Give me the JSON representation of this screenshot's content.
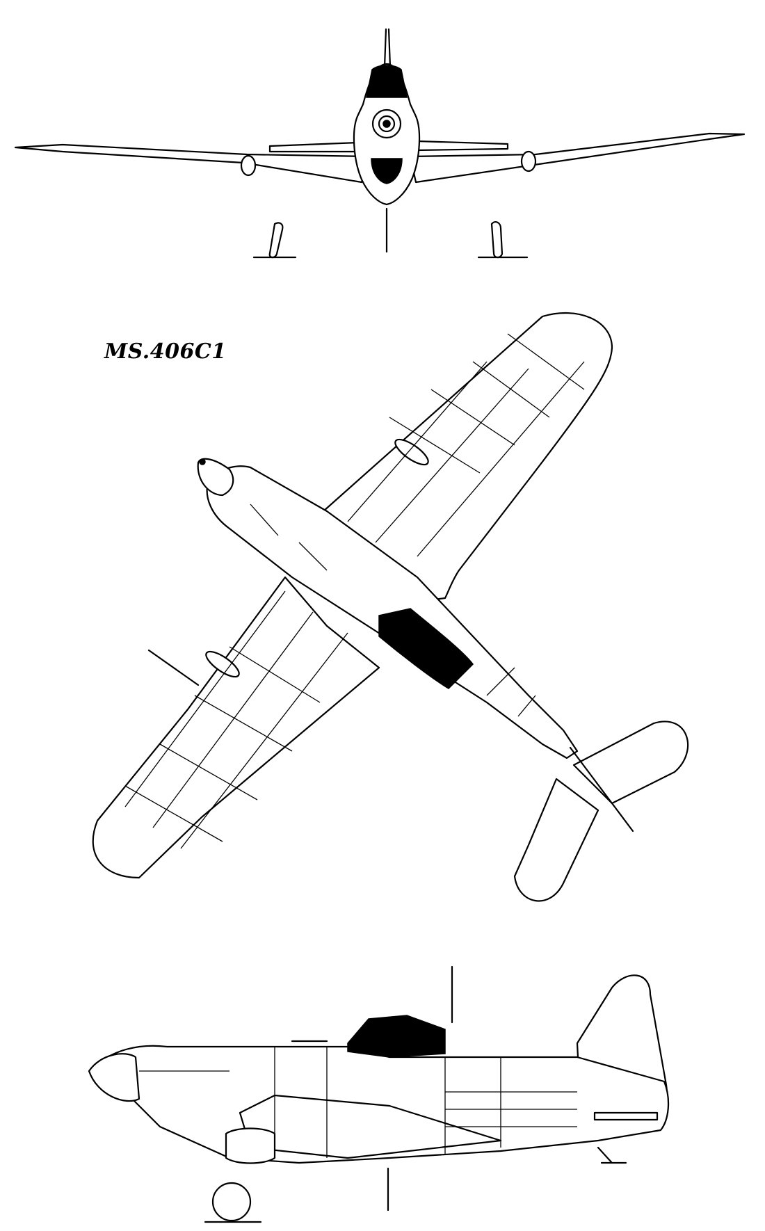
{
  "drawing": {
    "designation": "MS.406C1",
    "views": [
      "front-view",
      "plan-view",
      "side-view"
    ]
  }
}
